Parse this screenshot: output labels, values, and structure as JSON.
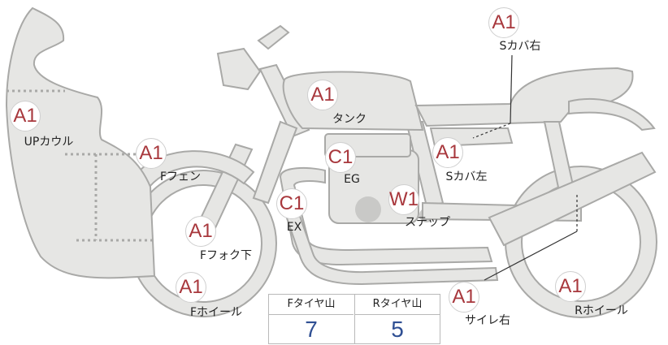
{
  "parts": [
    {
      "id": "up-cowl",
      "label": "UPカウル",
      "grade": "A1"
    },
    {
      "id": "f-fender",
      "label": "Fフェン",
      "grade": "A1"
    },
    {
      "id": "tank",
      "label": "タンク",
      "grade": "A1"
    },
    {
      "id": "s-cover-right",
      "label": "Sカバ右",
      "grade": "A1"
    },
    {
      "id": "s-cover-left",
      "label": "Sカバ左",
      "grade": "A1"
    },
    {
      "id": "engine",
      "label": "EG",
      "grade": "C1"
    },
    {
      "id": "exhaust",
      "label": "EX",
      "grade": "C1"
    },
    {
      "id": "step",
      "label": "ステップ",
      "grade": "W1"
    },
    {
      "id": "f-fork-lower",
      "label": "Fフォク下",
      "grade": "A1"
    },
    {
      "id": "f-wheel",
      "label": "Fホイール",
      "grade": "A1"
    },
    {
      "id": "muffler-right",
      "label": "サイレ右",
      "grade": "A1"
    },
    {
      "id": "r-wheel",
      "label": "Rホイール",
      "grade": "A1"
    }
  ],
  "tread": {
    "front_label": "Fタイヤ山",
    "rear_label": "Rタイヤ山",
    "front_value": "7",
    "rear_value": "5"
  }
}
